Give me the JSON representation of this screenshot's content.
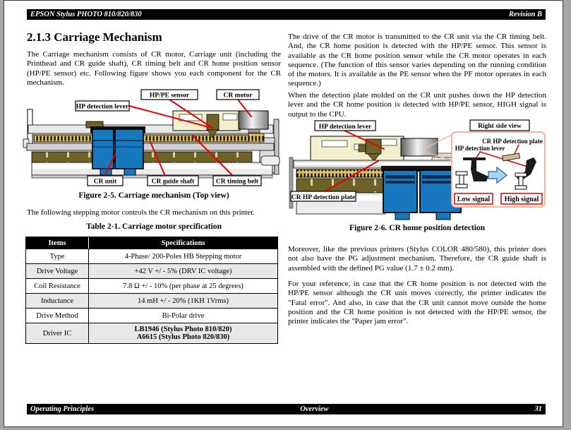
{
  "header": {
    "left": "EPSON Stylus PHOTO 810/820/830",
    "right": "Revision B"
  },
  "footer": {
    "left": "Operating Principles",
    "center": "Overview",
    "page_number": "31"
  },
  "left_column": {
    "heading": "2.1.3  Carriage Mechanism",
    "intro": "The Carriage mechanism consists of CR motor, Carriage unit (including the Printhead and CR guide shaft), CR timing belt and CR home position sensor (HP/PE sensor) etc. Following figure shows you each component for the CR mechanism.",
    "figure": {
      "labels": {
        "hp_pe_sensor": "HP/PE sensor",
        "cr_motor": "CR motor",
        "hp_detection_lever": "HP detection lever",
        "cr_unit": "CR unit",
        "cr_guide_shaft": "CR guide shaft",
        "cr_timing_belt": "CR timing belt"
      },
      "caption": "Figure 2-5.  Carriage mechanism (Top view)"
    },
    "motor_note": "The following stepping motor controls the CR mechanism on this printer.",
    "table": {
      "title": "Table 2-1.  Carriage motor specification",
      "headers": [
        "Items",
        "Specifications"
      ],
      "rows": [
        {
          "item": "Type",
          "spec": "4-Phase/ 200-Poles HB Stepping motor"
        },
        {
          "item": "Drive Voltage",
          "spec": "+42 V +/ - 5% (DRV IC voltage)"
        },
        {
          "item": "Coil Resistance",
          "spec": "7.8 Ω +/ - 10% (per phase at 25 degrees)"
        },
        {
          "item": "Inductance",
          "spec": "14 mH +/ - 20% (1KH 1Vrms)"
        },
        {
          "item": "Drive Method",
          "spec": "Bi-Polar drive"
        },
        {
          "item": "Driver IC",
          "spec1": "LB1946 (Stylus Photo 810/820)",
          "spec2": "A6615  (Stylus Photo 820/830)"
        }
      ]
    }
  },
  "right_column": {
    "para1": "The drive of the CR motor is transmitted to the CR unit via the CR timing belt. And, the CR home position is detected with the HP/PE sensor. This sensor is available as the CR home position sensor while the CR motor operates in each sequence. (The function of this sensor varies depending on the running condition of the motors. It is available as the PE sensor when the PF motor operates in each sequence.)",
    "para2": "When the detection plate molded on the CR unit pushes down the HP detection lever and the CR home position is detected with HP/PE sensor, HIGH signal is output to the CPU.",
    "figure": {
      "labels": {
        "hp_detection_lever": "HP detection lever",
        "cr_hp_detection_plate": "CR HP detection plate",
        "right_side_view": "Right side view",
        "low_signal": "Low signal",
        "high_signal": "High signal"
      },
      "caption": "Figure 2-6.  CR home position detection"
    },
    "para3": "Moreover, like the previous printers (Stylus COLOR 480/580), this printer does not also have the PG adjustment mechanism. Therefore, the CR guide shaft is assembled with the defined PG value (1.7 ± 0.2 mm).",
    "para4": "For your reference, in case that the CR home position is not detected with the HP/PE sensor although the CR unit moves correctly, the printer indicates the \"Fatal error\". And also, in case that the CR unit cannot move outside the home position and the CR home position is not detected with the HP/PE sensor, the printer indicates the \"Paper jam error\"."
  },
  "colors": {
    "accent_red": "#e60000",
    "carriage_blue": "#1878be",
    "belt_yellow": "#e7c55c",
    "olive": "#6e6228",
    "cream": "#f4efcd",
    "panel_salmon": "#f4b49c",
    "arrow_blue": "#aad2f2",
    "table_row_gray": "#e8e8e8"
  }
}
